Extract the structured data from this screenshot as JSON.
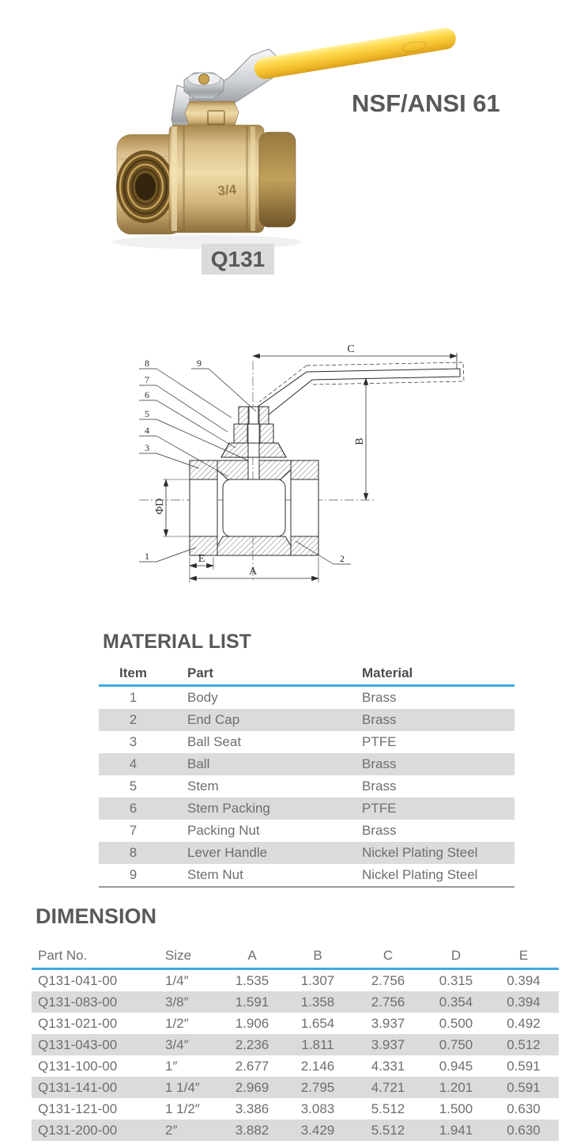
{
  "hero": {
    "certification": "NSF/ANSI 61",
    "model_badge": "Q131",
    "size_stamp": "3/4",
    "colors": {
      "handle_yellow": "#F6C93C",
      "brass": "#D3B57C",
      "chrome": "#C4C7CA",
      "badge_bg": "#DBDBDB",
      "text_dark": "#58595B",
      "accent_blue": "#3FA9E1",
      "row_alt_bg": "#DBDBDB"
    }
  },
  "diagram": {
    "dim_labels": {
      "a": "A",
      "b": "B",
      "c": "C",
      "e": "E",
      "phi_d": "ΦD"
    },
    "callouts": [
      "1",
      "2",
      "3",
      "4",
      "5",
      "6",
      "7",
      "8",
      "9"
    ]
  },
  "material_list": {
    "title": "MATERIAL LIST",
    "columns": [
      "Item",
      "Part",
      "Material"
    ],
    "rows": [
      {
        "item": "1",
        "part": "Body",
        "material": "Brass"
      },
      {
        "item": "2",
        "part": "End  Cap",
        "material": "Brass"
      },
      {
        "item": "3",
        "part": "Ball  Seat",
        "material": "PTFE"
      },
      {
        "item": "4",
        "part": "Ball",
        "material": "Brass"
      },
      {
        "item": "5",
        "part": "Stem",
        "material": "Brass"
      },
      {
        "item": "6",
        "part": "Stem Packing",
        "material": "PTFE"
      },
      {
        "item": "7",
        "part": "Packing  Nut",
        "material": "Brass"
      },
      {
        "item": "8",
        "part": "Lever  Handle",
        "material": "Nickel Plating Steel"
      },
      {
        "item": "9",
        "part": "Stem Nut",
        "material": "Nickel Plating Steel"
      }
    ]
  },
  "dimension": {
    "title": "DIMENSION",
    "columns": [
      "Part No.",
      "Size",
      "A",
      "B",
      "C",
      "D",
      "E"
    ],
    "rows": [
      {
        "part_no": "Q131-041-00",
        "size": "1/4″",
        "a": "1.535",
        "b": "1.307",
        "c": "2.756",
        "d": "0.315",
        "e": "0.394"
      },
      {
        "part_no": "Q131-083-00",
        "size": "3/8″",
        "a": "1.591",
        "b": "1.358",
        "c": "2.756",
        "d": "0.354",
        "e": "0.394"
      },
      {
        "part_no": "Q131-021-00",
        "size": "1/2″",
        "a": "1.906",
        "b": "1.654",
        "c": "3.937",
        "d": "0.500",
        "e": "0.492"
      },
      {
        "part_no": "Q131-043-00",
        "size": "3/4″",
        "a": "2.236",
        "b": "1.811",
        "c": "3.937",
        "d": "0.750",
        "e": "0.512"
      },
      {
        "part_no": "Q131-100-00",
        "size": "1″",
        "a": "2.677",
        "b": "2.146",
        "c": "4.331",
        "d": "0.945",
        "e": "0.591"
      },
      {
        "part_no": "Q131-141-00",
        "size": "1 1/4″",
        "a": "2.969",
        "b": "2.795",
        "c": "4.721",
        "d": "1.201",
        "e": "0.591"
      },
      {
        "part_no": "Q131-121-00",
        "size": "1 1/2″",
        "a": "3.386",
        "b": "3.083",
        "c": "5.512",
        "d": "1.500",
        "e": "0.630"
      },
      {
        "part_no": "Q131-200-00",
        "size": "2″",
        "a": "3.882",
        "b": "3.429",
        "c": "5.512",
        "d": "1.941",
        "e": "0.630"
      }
    ]
  }
}
